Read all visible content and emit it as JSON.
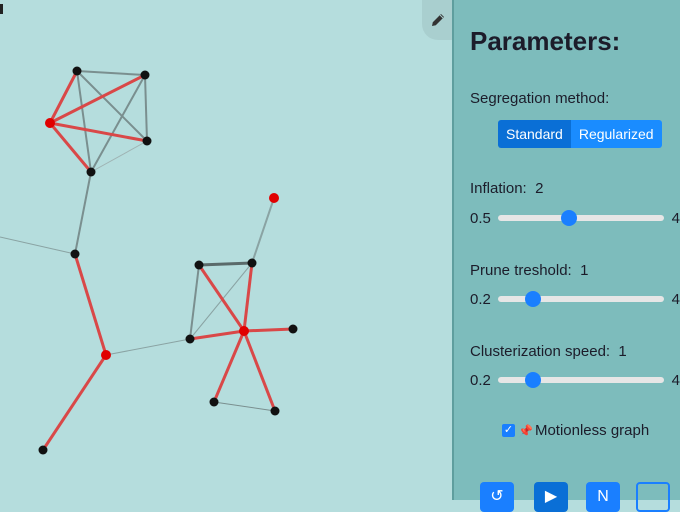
{
  "panel": {
    "title": "Parameters:",
    "segregation": {
      "label": "Segregation method:",
      "options": [
        "Standard",
        "Regularized"
      ],
      "selected": "Standard"
    },
    "inflation": {
      "label": "Inflation:",
      "value": "2",
      "min": "0.5",
      "max": "4",
      "fraction": 0.43
    },
    "prune": {
      "label": "Prune treshold:",
      "value": "1",
      "min": "0.2",
      "max": "4",
      "fraction": 0.21
    },
    "speed": {
      "label": "Clusterization speed:",
      "value": "1",
      "min": "0.2",
      "max": "4",
      "fraction": 0.21
    },
    "motionless": {
      "label": "Motionless graph",
      "checked": true
    }
  },
  "icons": {
    "edit": "pencil-icon",
    "pin": "pin-icon",
    "undo": "undo-icon",
    "play": "play-icon",
    "next": "next-icon",
    "file": "file-icon"
  },
  "colors": {
    "background": "#b5dddd",
    "panel": "#7dbcbc",
    "accent": "#1a7fff",
    "red_edge": "#d94848",
    "gray_edge": "#7a8f8f"
  }
}
